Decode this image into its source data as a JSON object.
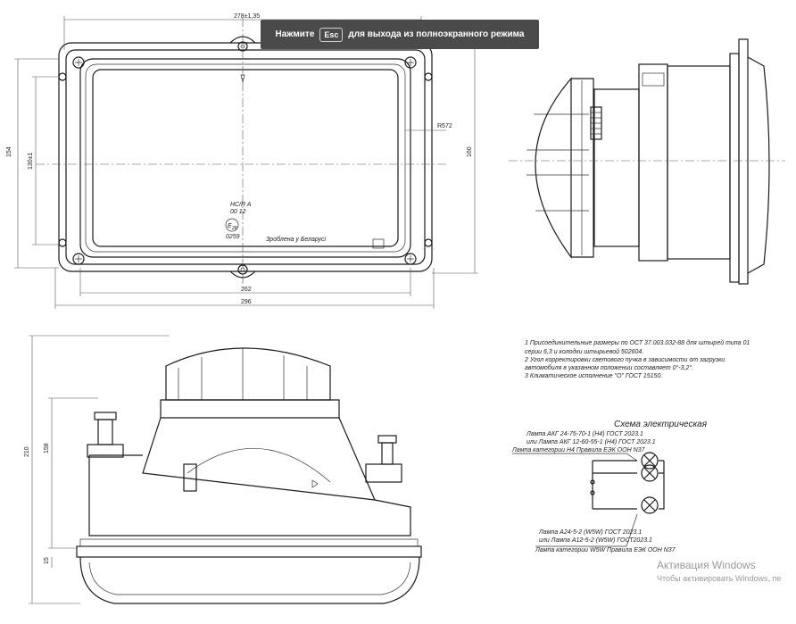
{
  "toast": {
    "text_before": "Нажмите",
    "key": "Esc",
    "text_after": "для выхода из полноэкранного режима"
  },
  "dimensions": {
    "top_width": "278±1,35",
    "radius": "R572",
    "left_height": "154",
    "inner_height": "130±1",
    "right_height": "160",
    "inner_width": "262",
    "overall_width": "296",
    "side_height": "210",
    "side_inner_height": "158",
    "flange": "15"
  },
  "lens_marks": {
    "code": "HC/R A",
    "code2": "00    12",
    "e_mark": "E",
    "e_number": "28",
    "approval": "0259",
    "made_in": "Зроблена у Беларусі"
  },
  "notes": [
    "1 Присоединительные размеры по ОСТ 37.003.032-88 для штырей типа 01",
    "серии 6,3 и колодки штырьевой 502604.",
    "2 Угол корректировки светового пучка в зависимости от загрузки",
    "автомобиля в указанном положении составляет 0°-3,2°.",
    "3 Климатическое исполнение \"О\" ГОСТ 15150."
  ],
  "scheme": {
    "title": "Схема электрическая",
    "lamp1": [
      "Лампа АКГ 24-75-70-1 (Н4) ГОСТ 2023.1",
      "или Лампа АКГ 12-60-55-1 (Н4) ГОСТ 2023.1",
      "Лампа категории Н4 Правила ЕЭК ООН N37"
    ],
    "lamp2": [
      "Лампа А24-5-2 (W5W) ГОСТ 2023.1",
      "или Лампа А12-5-2 (W5W) ГОСТ2023.1",
      "Лампа категории W5W Правила ЕЭК ООН N37"
    ]
  },
  "watermark": {
    "title": "Активация Windows",
    "subtitle": "Чтобы активировать Windows, пе"
  }
}
